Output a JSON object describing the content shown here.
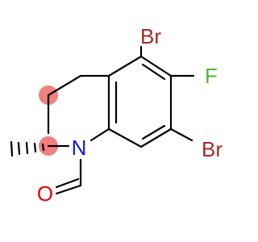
{
  "molecule": {
    "atoms": {
      "br_top": "Br",
      "f": "F",
      "br_bottom": "Br",
      "n": "N",
      "o": "O"
    },
    "colors": {
      "bromine": "#A52A2A",
      "fluorine": "#55B531",
      "nitrogen": "#1414E6",
      "oxygen": "#E60000",
      "bond": "#000000",
      "stereo_highlight": "#F08080"
    },
    "highlighted_atoms": [
      "C3",
      "C2"
    ]
  }
}
